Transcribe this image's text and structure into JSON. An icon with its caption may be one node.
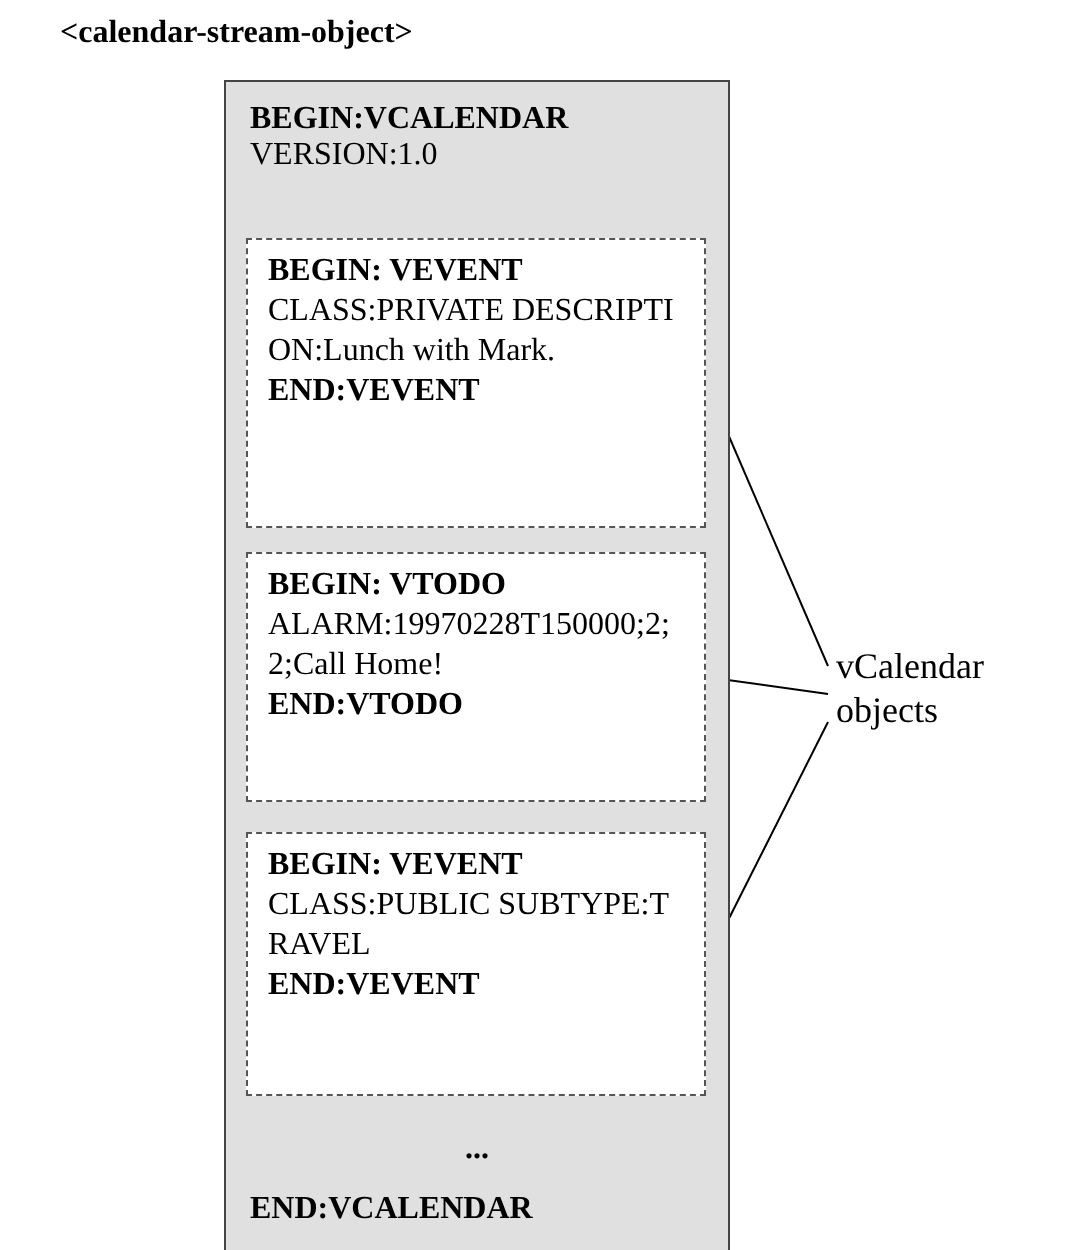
{
  "diagram": {
    "title": "<calendar-stream-object>",
    "nodes": [
      {
        "text": [
          "BEGIN:VCALENDAR",
          "VERSION:1.0",
          "...",
          "END:VCALENDAR"
        ]
      },
      {
        "text": [
          "BEGIN: VEVENT",
          "CLASS:PRIVATE DESCRIPTION:Lunch with Mark.",
          "END:VEVENT"
        ],
        "in": 0
      },
      {
        "text": [
          "BEGIN: VTODO",
          "ALARM:19970228T150000;2;2;Call Home!",
          "END:VTODO"
        ],
        "in": 0
      },
      {
        "text": [
          "BEGIN: VEVENT",
          "CLASS:PUBLIC SUBTYPE:TRAVEL",
          "END:VEVENT"
        ],
        "in": 0
      },
      {
        "text": [
          "vCalendar objects"
        ]
      }
    ],
    "edges": [
      {
        "from": 4,
        "to": 1,
        "arrow": "none"
      },
      {
        "from": 4,
        "to": 2,
        "arrow": "none"
      },
      {
        "from": 4,
        "to": 3,
        "arrow": "none"
      }
    ]
  }
}
